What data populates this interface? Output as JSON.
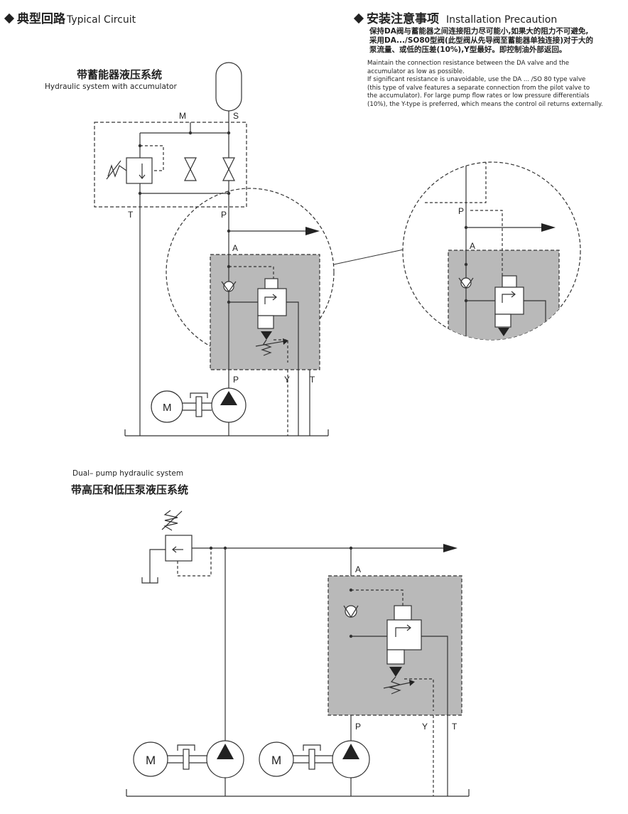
{
  "typical_circuit": {
    "title_cn": "典型回路",
    "title_en": "Typical Circuit"
  },
  "installation": {
    "title_cn": "安装注意事项",
    "title_en": "Installation Precaution",
    "note_cn_1": "保持DA阀与蓄能器之间连接阻力尽可能小,如果大的阻力不可避免,",
    "note_cn_2": "采用DA.../SO80型阀(此型阀从先导阀至蓄能器单独连接)对于大的",
    "note_cn_3": "泵流量、或低的压差(10%),Y型最好。即控制油外部返回。",
    "note_en_1": "Maintain the connection resistance between the DA valve and the",
    "note_en_2": "accumulator as low as possible.",
    "note_en_3": " If significant resistance is unavoidable, use the DA ... /SO 80 type valve",
    "note_en_4": "(this type of valve features a separate connection from the pilot valve to",
    "note_en_5": "the accumulator). For large pump flow rates or low pressure differentials",
    "note_en_6": "(10%), the Y-type is preferred, which means the control oil returns externally."
  },
  "diagram1": {
    "caption_cn": "带蓄能器液压系统",
    "caption_en": "Hydraulic system with accumulator",
    "port_m": "M",
    "port_s": "S",
    "port_t": "T",
    "port_p": "P",
    "port_a": "A",
    "port_p2": "P",
    "port_y": "Y",
    "port_t2": "T",
    "motor": "M"
  },
  "detail": {
    "port_p": "P",
    "port_a": "A"
  },
  "diagram2": {
    "caption_en": "Dual– pump hydraulic system",
    "caption_cn": "带高压和低压泵液压系统",
    "port_a": "A",
    "port_p": "P",
    "port_y": "Y",
    "port_t": "T",
    "motor1": "M",
    "motor2": "M"
  }
}
